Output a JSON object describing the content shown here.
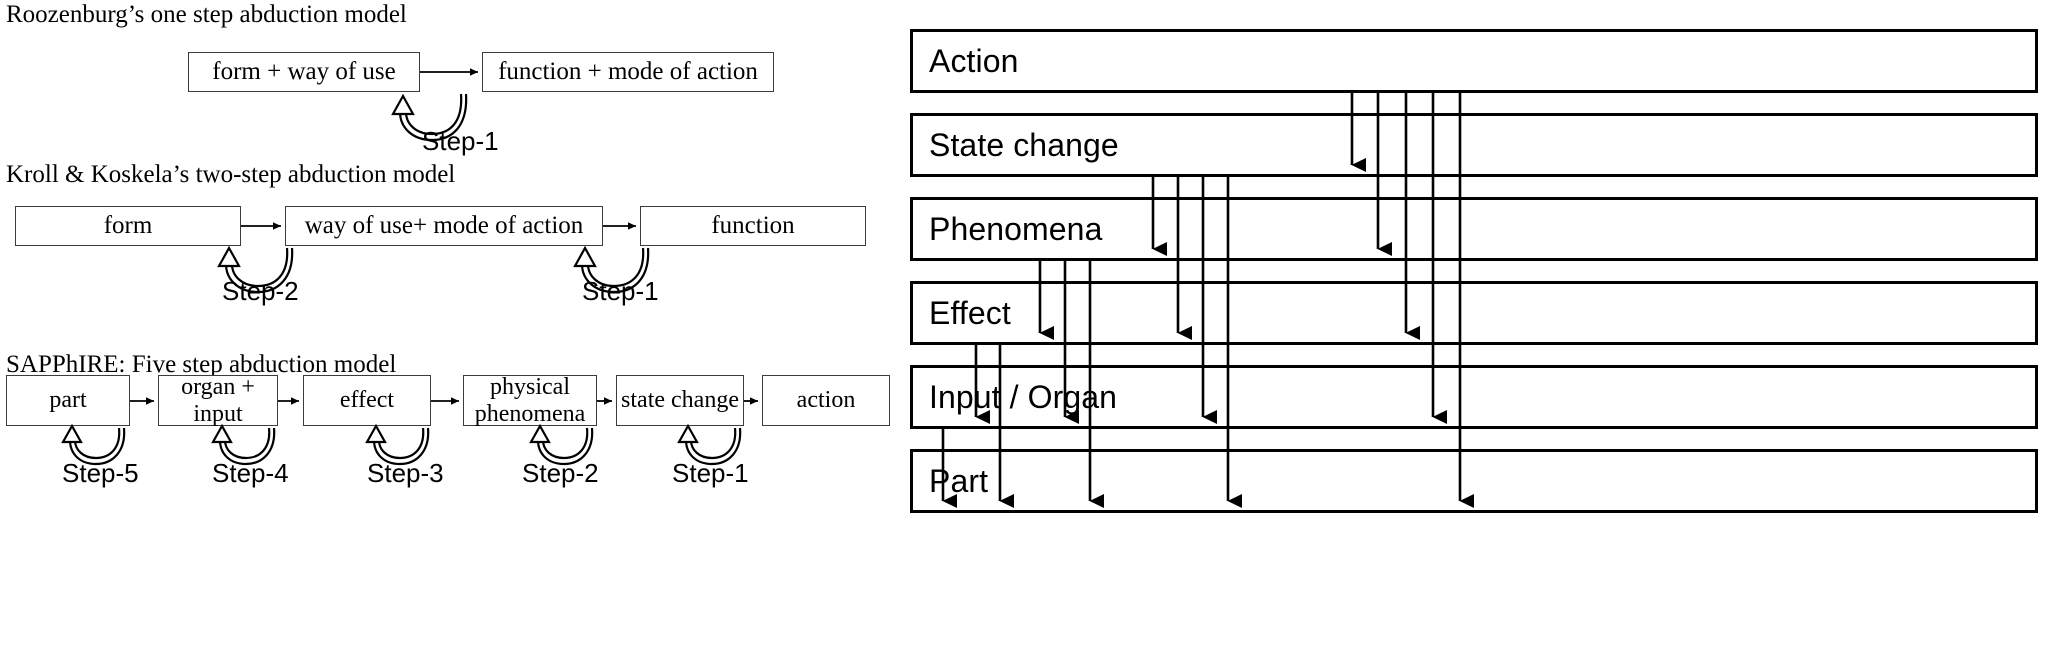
{
  "diagram": {
    "title": "Abduction models and SAPPhIRE causal mapping",
    "stroke_color": "#000000",
    "box_border_color": "#3c3c3c",
    "background": "#ffffff"
  },
  "left": {
    "models": [
      {
        "caption": "Roozenburg’s one step abduction model",
        "nodes": [
          {
            "label": "form + way of use"
          },
          {
            "label": "function + mode of action"
          }
        ],
        "steps": [
          {
            "label": "Step-1"
          }
        ]
      },
      {
        "caption": "Kroll & Koskela’s two-step abduction model",
        "nodes": [
          {
            "label": "form"
          },
          {
            "label": "way of use+ mode of action"
          },
          {
            "label": "function"
          }
        ],
        "steps": [
          {
            "label": "Step-2"
          },
          {
            "label": "Step-1"
          }
        ]
      },
      {
        "caption": "SAPPhIRE: Five step abduction model",
        "nodes": [
          {
            "label": "part"
          },
          {
            "label": "organ + input"
          },
          {
            "label": "effect"
          },
          {
            "label": "physical phenomena"
          },
          {
            "label": "state change"
          },
          {
            "label": "action"
          }
        ],
        "steps": [
          {
            "label": "Step-5"
          },
          {
            "label": "Step-4"
          },
          {
            "label": "Step-3"
          },
          {
            "label": "Step-2"
          },
          {
            "label": "Step-1"
          }
        ]
      }
    ]
  },
  "right": {
    "bars": [
      {
        "label": "Action"
      },
      {
        "label": "State change"
      },
      {
        "label": "Phenomena"
      },
      {
        "label": "Effect"
      },
      {
        "label": "Input / Organ"
      },
      {
        "label": "Part"
      }
    ]
  },
  "chart_data": {
    "type": "diagram",
    "title": "Abduction models compared with SAPPhIRE causal levels",
    "left_models": [
      {
        "name": "Roozenburg’s one step abduction model",
        "chain": [
          "form + way of use",
          "function + mode of action"
        ],
        "abduction_steps": [
          "Step-1"
        ]
      },
      {
        "name": "Kroll & Koskela’s two-step abduction model",
        "chain": [
          "form",
          "way of use+ mode of action",
          "function"
        ],
        "abduction_steps": [
          "Step-2",
          "Step-1"
        ]
      },
      {
        "name": "SAPPhIRE: Five step abduction model",
        "chain": [
          "part",
          "organ + input",
          "effect",
          "physical phenomena",
          "state change",
          "action"
        ],
        "abduction_steps": [
          "Step-5",
          "Step-4",
          "Step-3",
          "Step-2",
          "Step-1"
        ]
      }
    ],
    "right_levels": [
      "Action",
      "State change",
      "Phenomena",
      "Effect",
      "Input / Organ",
      "Part"
    ],
    "right_arrow_counts_per_level": {
      "State change": 1,
      "Phenomena": 2,
      "Effect": 3,
      "Input / Organ": 4,
      "Part": 5
    }
  }
}
